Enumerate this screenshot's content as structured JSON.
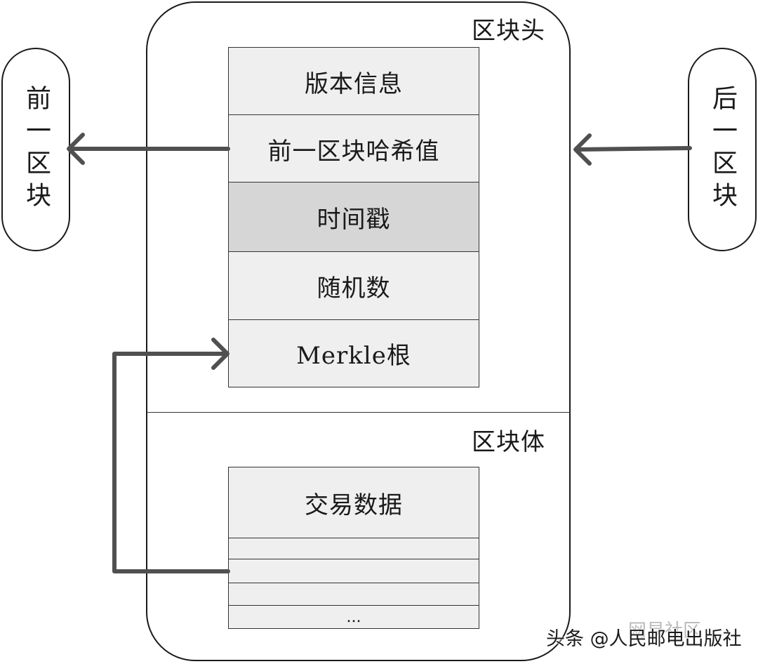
{
  "block": {
    "header_title": "区块头",
    "body_title": "区块体",
    "header_fields": [
      {
        "label": "版本信息"
      },
      {
        "label": "前一区块哈希值"
      },
      {
        "label": "时间戳"
      },
      {
        "label": "随机数"
      },
      {
        "label": "Merkle根"
      }
    ],
    "body": {
      "transactions_label": "交易数据",
      "ellipsis": "..."
    }
  },
  "previous_block": {
    "label": "前一区块"
  },
  "next_block": {
    "label": "后一区块"
  },
  "watermark": {
    "text": "头条 @人民邮电出版社",
    "faint_text": "网易社区"
  },
  "colors": {
    "field_light": "#efefef",
    "field_dark": "#d6d6d6",
    "arrow": "#505050",
    "outline": "#1a1a1a"
  }
}
